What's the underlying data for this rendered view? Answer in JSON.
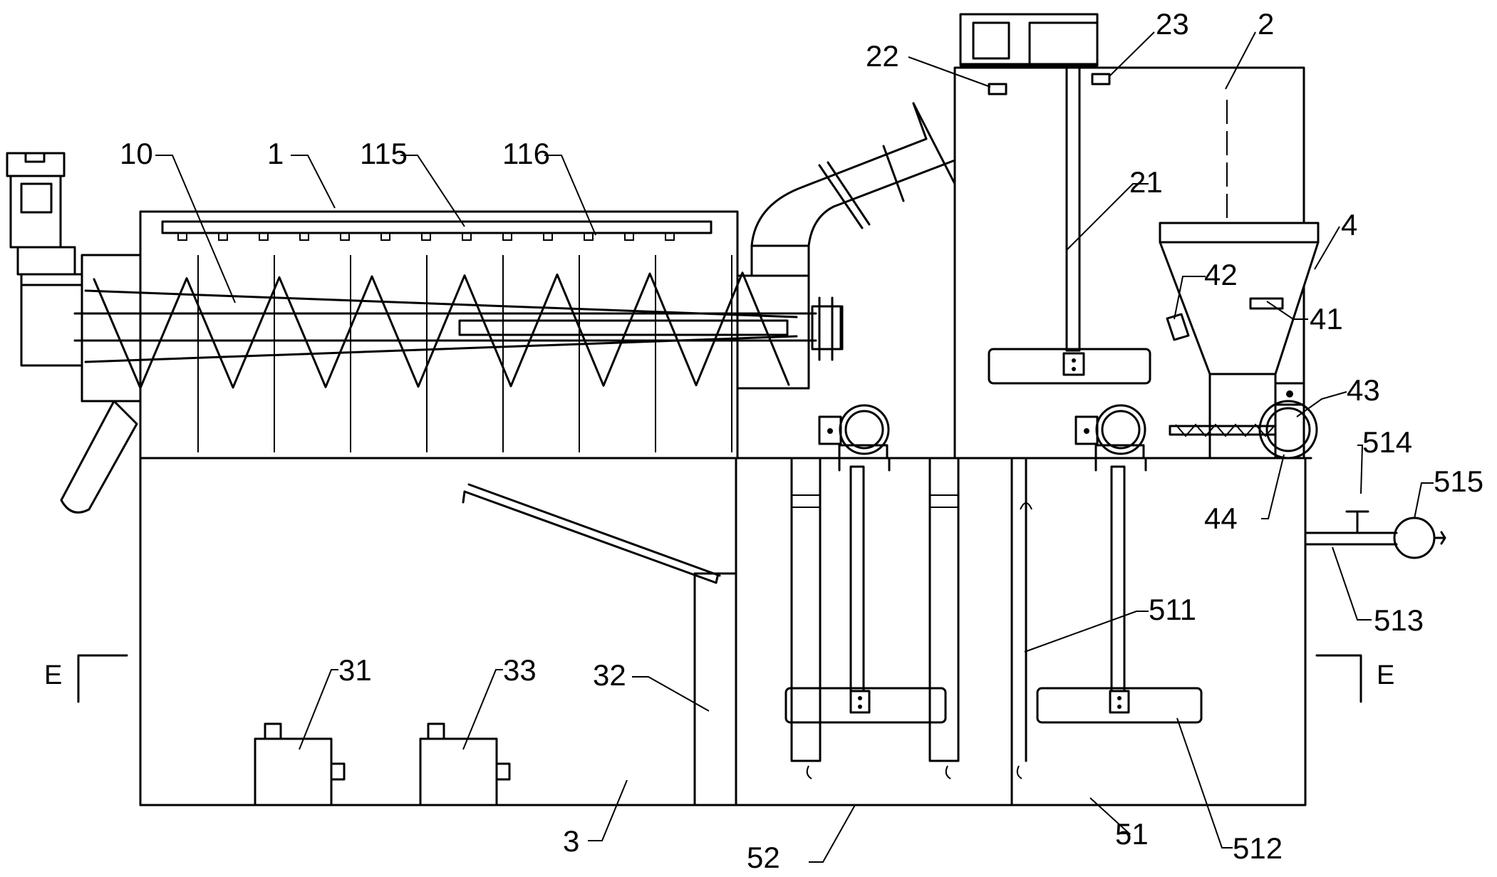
{
  "labels": {
    "l10": "10",
    "l1": "1",
    "l115": "115",
    "l116": "116",
    "l22": "22",
    "l23": "23",
    "l2": "2",
    "l21": "21",
    "l4": "4",
    "l42": "42",
    "l41": "41",
    "l43": "43",
    "l44": "44",
    "l514": "514",
    "l515": "515",
    "l513": "513",
    "l511": "511",
    "l31": "31",
    "l33": "33",
    "l32": "32",
    "l3": "3",
    "l52": "52",
    "l51": "51",
    "l512": "512"
  },
  "section_marks": {
    "left": "E",
    "right": "E"
  }
}
